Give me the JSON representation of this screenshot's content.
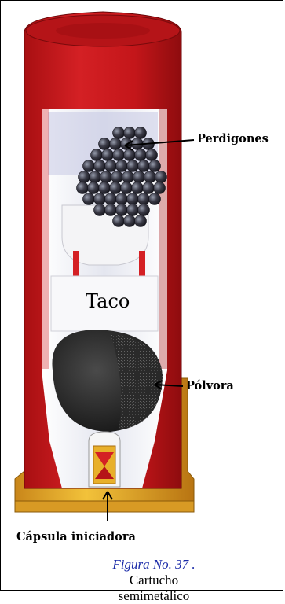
{
  "labels": {
    "perdigones": "Perdigones",
    "taco": "Taco",
    "polvora": "Pólvora",
    "capsula": "Cápsula iniciadora"
  },
  "caption": {
    "figure": "Figura No. 37 .",
    "line1": "Cartucho",
    "line2": "semimetálico"
  },
  "colors": {
    "shell_red": "#c8171c",
    "brass": "#e6a91e",
    "powder": "#262626",
    "shot": "#3c3c48"
  }
}
